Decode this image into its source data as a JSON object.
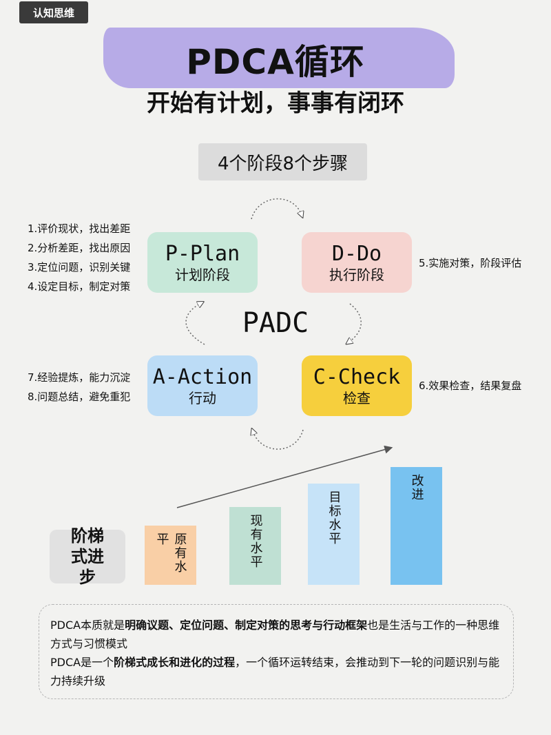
{
  "tag": "认知思维",
  "title": "PDCA循环",
  "subtitle": "开始有计划，事事有闭环",
  "stages_label": "4个阶段8个步骤",
  "center_label": "PADC",
  "cards": {
    "plan": {
      "en": "P-Plan",
      "cn": "计划阶段"
    },
    "do": {
      "en": "D-Do",
      "cn": "执行阶段"
    },
    "action": {
      "en": "A-Action",
      "cn": "行动"
    },
    "check": {
      "en": "C-Check",
      "cn": "检查"
    }
  },
  "steps": {
    "plan": [
      "1.评价现状，找出差距",
      "2.分析差距，找出原因",
      "3.定位问题，识别关键",
      "4.设定目标，制定对策"
    ],
    "do": [
      "5.实施对策，阶段评估"
    ],
    "action": [
      "7.经验提炼，能力沉淀",
      "8.问题总结，避免重犯"
    ],
    "check": [
      "6.效果检查，结果复盘"
    ]
  },
  "stair_label": "阶梯式进步",
  "bars": [
    "原有水平",
    "现有水平",
    "目标水平",
    "改进"
  ],
  "summary": {
    "p1_a": "PDCA本质就是",
    "p1_b": "明确议题、定位问题、制定对策的思考与行动框架",
    "p1_c": "也是生活与工作的一种思维方式与习惯模式",
    "p2_a": "PDCA是一个",
    "p2_b": "阶梯式成长和进化的过程",
    "p2_c": "，一个循环运转结束，会推动到下一轮的问题识别与能力持续升级"
  },
  "colors": {
    "highlight": "#b3a6e6",
    "plan": "#c7e8d9",
    "do": "#f6d4d0",
    "action": "#bcdcf6",
    "check": "#f6cf3d"
  },
  "icons": [
    "cycle-arrow-icon",
    "growth-arrow-icon"
  ]
}
